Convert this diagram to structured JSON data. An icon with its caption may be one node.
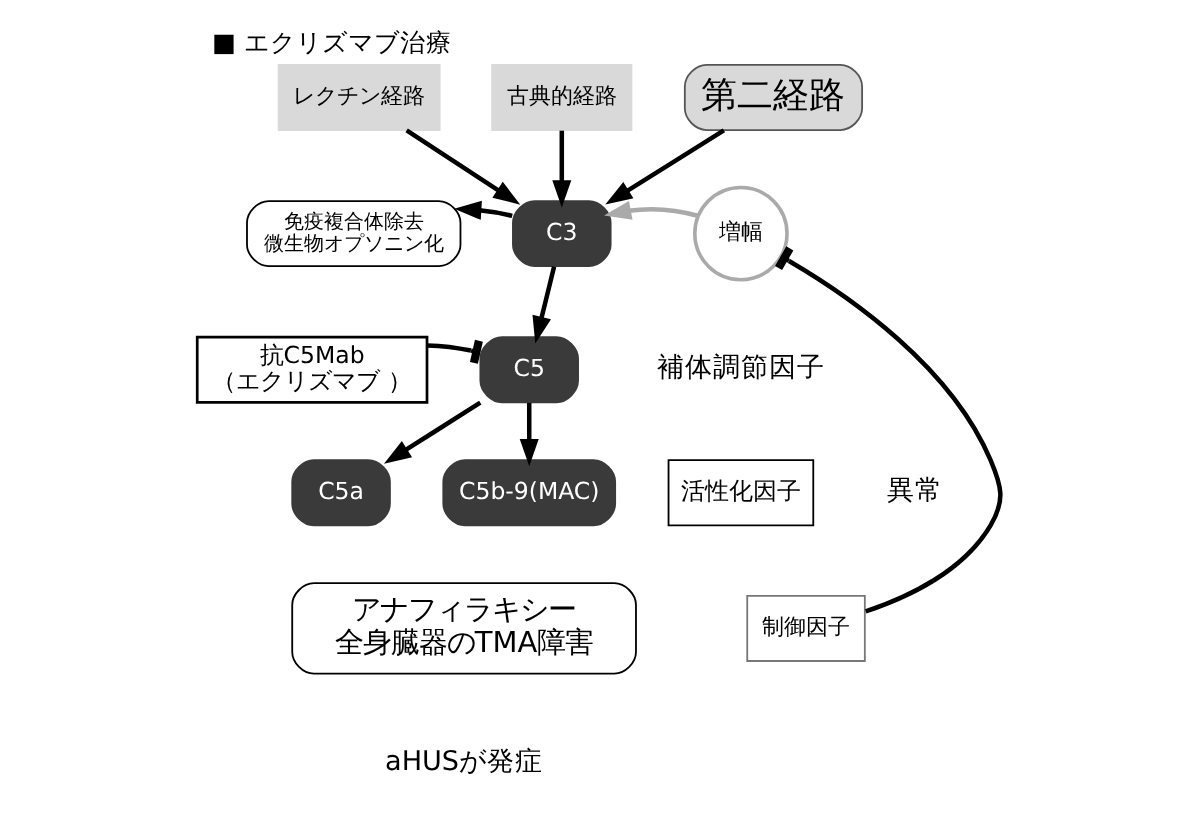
{
  "diagram": {
    "title": "■ エクリズマブ治療",
    "nodes": [
      {
        "text": [
          "レクチン経路"
        ]
      },
      {
        "text": [
          "古典的経路"
        ]
      },
      {
        "text": [
          "第二経路"
        ]
      },
      {
        "text": [
          "免疫複合体除去",
          "微生物オプソニン化"
        ]
      },
      {
        "text": [
          "C3"
        ]
      },
      {
        "text": [
          "増幅"
        ]
      },
      {
        "text": [
          "活性化因子"
        ]
      },
      {
        "text": [
          "制御因子"
        ]
      },
      {
        "text": [
          "抗C5Mab",
          "（エクリズマブ ）"
        ]
      },
      {
        "text": [
          "C5"
        ]
      },
      {
        "text": [
          "C5a"
        ]
      },
      {
        "text": [
          "C5b-9(MAC)"
        ]
      },
      {
        "text": [
          "アナフィラキシー",
          "全身臓器のTMA障害"
        ]
      }
    ],
    "edges": [
      {
        "from": 0,
        "to": 4,
        "arrow": "to"
      },
      {
        "from": 1,
        "to": 4,
        "arrow": "to"
      },
      {
        "from": 2,
        "to": 4,
        "arrow": "to"
      },
      {
        "from": 4,
        "to": 3,
        "arrow": "to"
      },
      {
        "from": 5,
        "to": 4,
        "arrow": "to",
        "color": "#aaaaaa"
      },
      {
        "from": 4,
        "to": 9,
        "arrow": "to"
      },
      {
        "from": 7,
        "to": 5,
        "arrow": "other"
      },
      {
        "from": 8,
        "to": 9,
        "arrow": "other"
      },
      {
        "from": 9,
        "to": 10,
        "arrow": "to"
      },
      {
        "from": 9,
        "to": 11,
        "arrow": "to"
      }
    ],
    "labels": [
      "補体調節因子",
      "異常",
      "aHUSが発症"
    ]
  }
}
